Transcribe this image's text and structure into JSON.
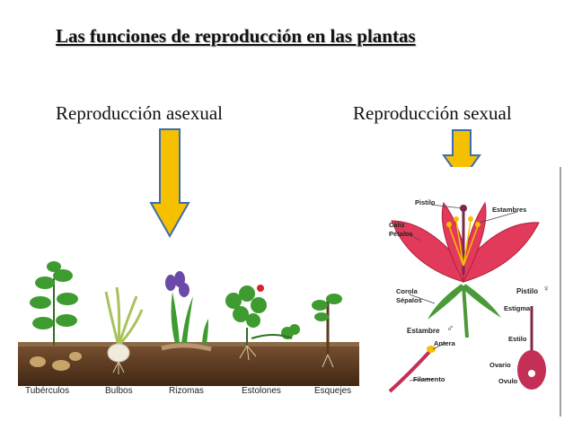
{
  "title": "Las funciones de reproducción en las plantas",
  "left": {
    "heading": "Reproducción asexual",
    "plants": [
      "Tubérculos",
      "Bulbos",
      "Rizomas",
      "Estolones",
      "Esquejes"
    ]
  },
  "right": {
    "heading": "Reproducción sexual",
    "flower_labels": {
      "pistilo": "Pistilo",
      "estambres": "Estambres",
      "caliz": "Cáliz",
      "petalos": "Pétalos",
      "corola": "Corola",
      "sepalos": "Sépalos",
      "estambre": "Estambre",
      "antera": "Antera",
      "filamento": "Filamento",
      "pistilo_detail": "Pistilo",
      "estigma": "Estigma",
      "estilo": "Estilo",
      "ovario": "Ovario",
      "ovulo": "Ovulo",
      "male_symbol": "♂",
      "female_symbol": "♀"
    }
  },
  "colors": {
    "arrow_fill": "#f5c000",
    "arrow_stroke": "#3b6db3",
    "soil": "#5b3a22",
    "petal": "#e23a5a",
    "leaf": "#3e9b2f"
  }
}
